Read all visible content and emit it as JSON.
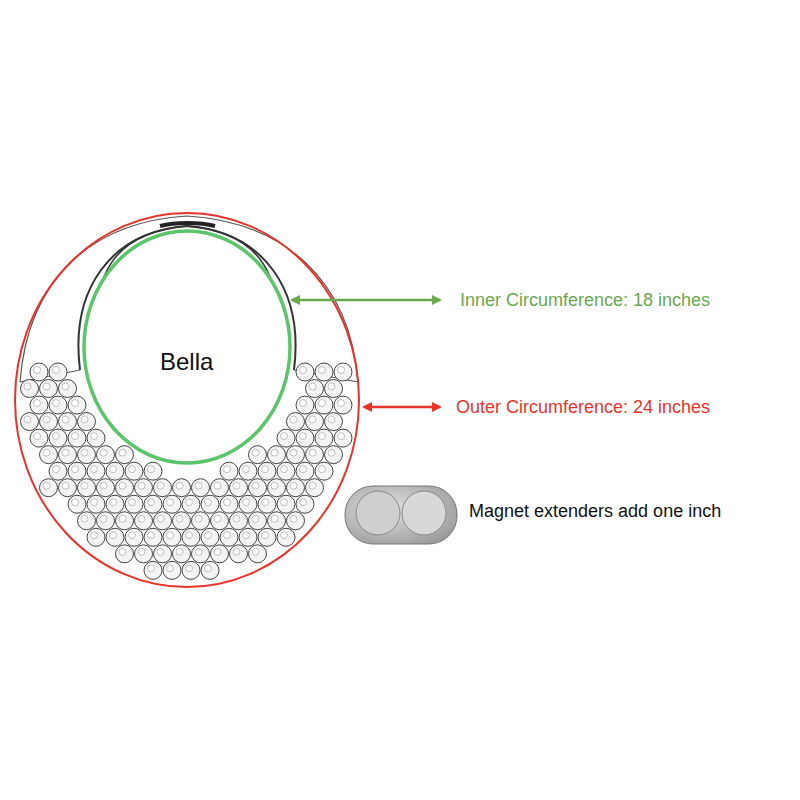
{
  "diagram": {
    "nodes": [
      {
        "text": [
          "Bella"
        ]
      }
    ],
    "labels": [
      "Inner Circumference: 18 inches",
      "Outer Circumference: 24 inches",
      "Magnet extenders add one inch"
    ]
  }
}
